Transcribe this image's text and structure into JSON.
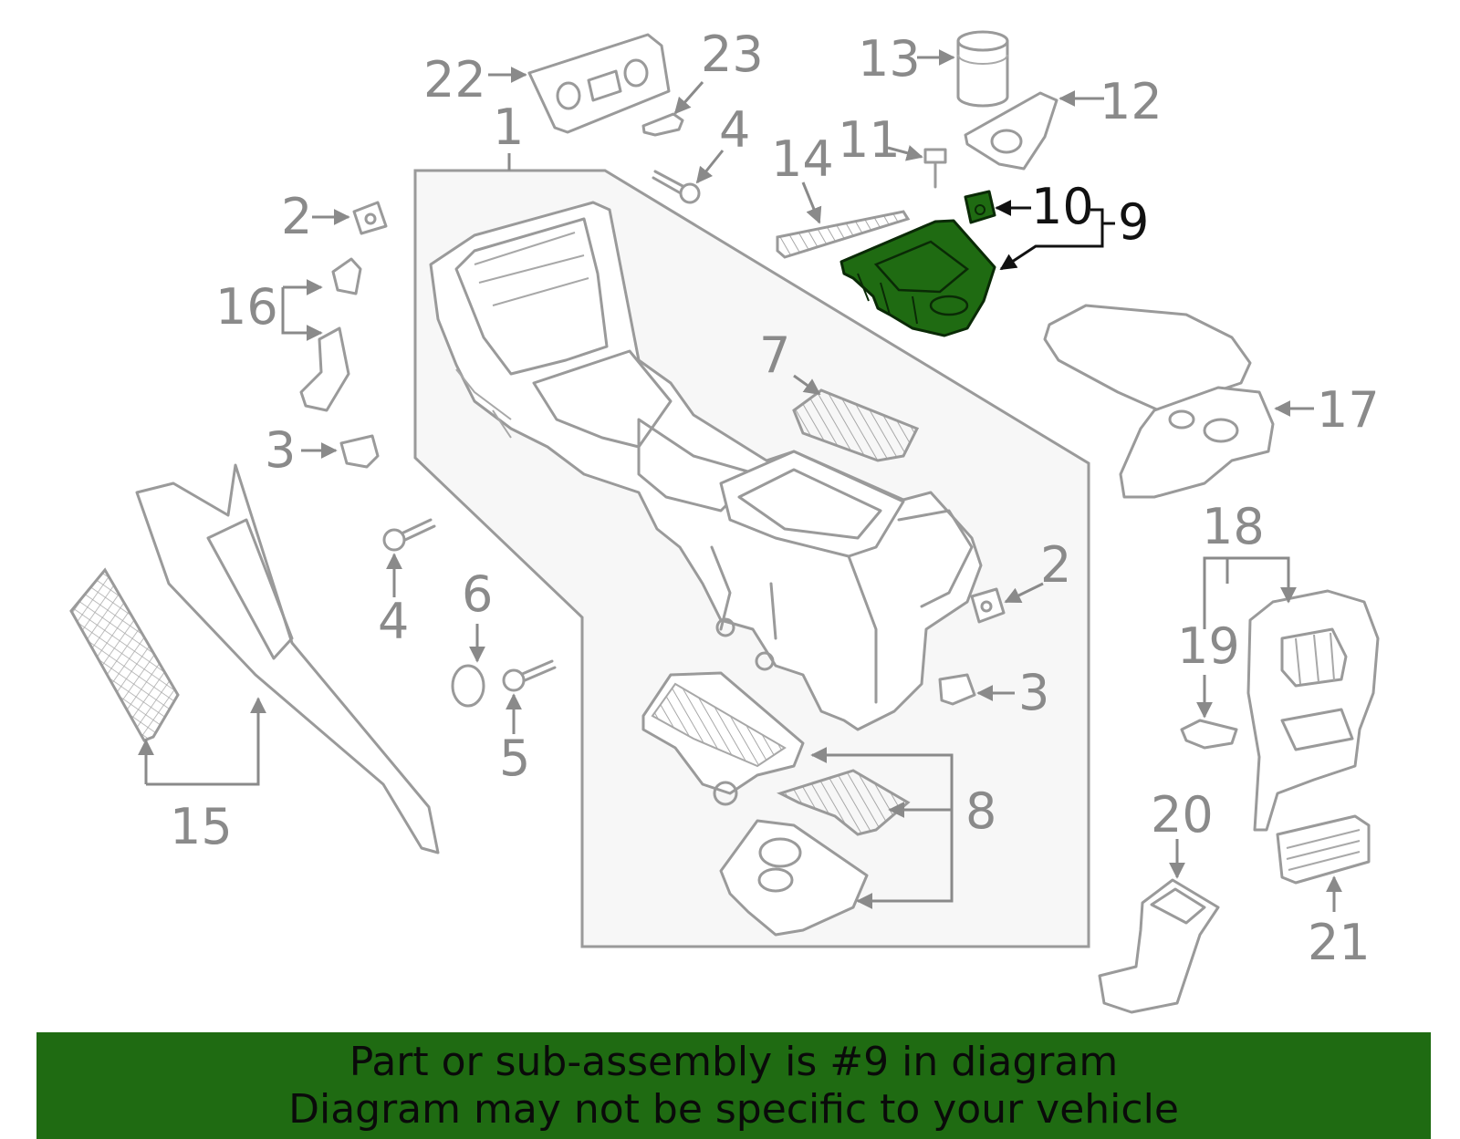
{
  "diagram": {
    "highlight_part": "9",
    "colors": {
      "highlight": "#1f6b12",
      "line": "#9a9a9a",
      "callout_text": "#8a8a8a",
      "banner": "#1f6b12"
    },
    "callouts": {
      "c1": "1",
      "c2a": "2",
      "c2b": "2",
      "c3a": "3",
      "c3b": "3",
      "c4a": "4",
      "c4b": "4",
      "c5": "5",
      "c6": "6",
      "c7": "7",
      "c8": "8",
      "c9": "9",
      "c10": "10",
      "c11": "11",
      "c12": "12",
      "c13": "13",
      "c14": "14",
      "c15": "15",
      "c16": "16",
      "c17": "17",
      "c18": "18",
      "c19": "19",
      "c20": "20",
      "c21": "21",
      "c22": "22",
      "c23": "23"
    }
  },
  "banner": {
    "line1": "Part or sub-assembly is #9 in diagram",
    "line2": "Diagram may not be specific to your vehicle"
  }
}
